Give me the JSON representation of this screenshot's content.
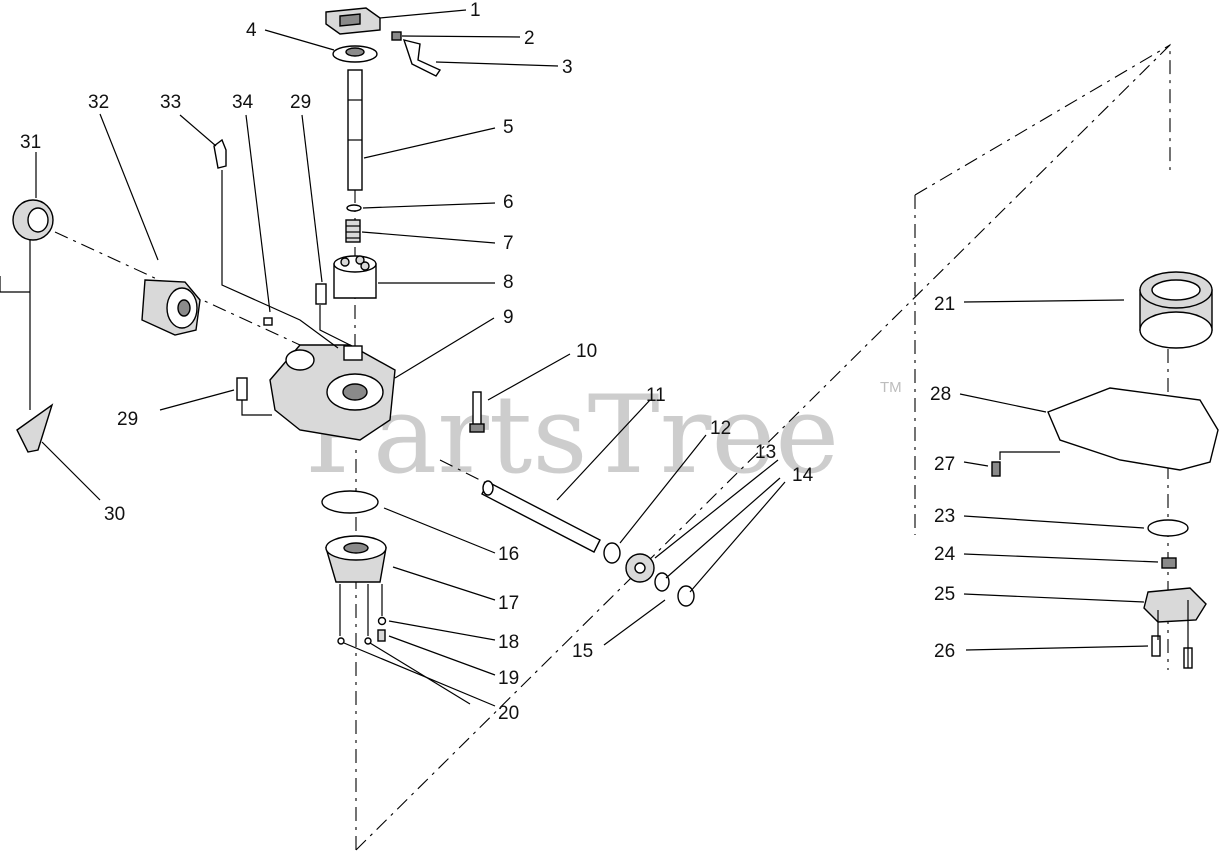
{
  "watermark": {
    "brand": "PartsTree",
    "tm": "TM"
  },
  "callouts": [
    "1",
    "2",
    "3",
    "4",
    "5",
    "6",
    "7",
    "8",
    "9",
    "10",
    "11",
    "12",
    "13",
    "14",
    "15",
    "16",
    "17",
    "18",
    "19",
    "20",
    "21",
    "23",
    "24",
    "25",
    "26",
    "27",
    "28",
    "29",
    "29",
    "30",
    "31",
    "32",
    "33",
    "34"
  ],
  "icons": [
    "hydrostatic-pump-housing-icon",
    "shaft-icon",
    "gear-icon",
    "seal-icon",
    "oring-icon",
    "spring-icon",
    "pin-icon",
    "screw-icon",
    "bearing-icon",
    "plate-icon"
  ],
  "colors": {
    "ink": "#000000",
    "watermark": "#bdbdbd",
    "background": "#ffffff"
  }
}
